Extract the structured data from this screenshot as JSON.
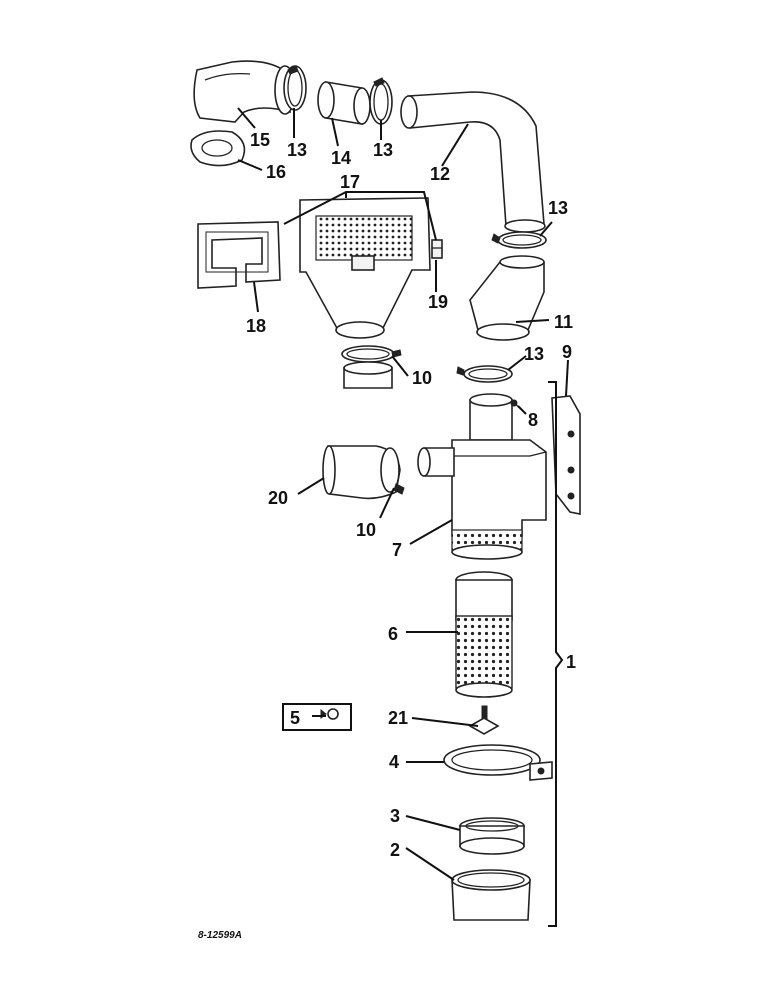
{
  "figure": {
    "drawing_code": "8-12599A",
    "callouts": {
      "c1": "1",
      "c2": "2",
      "c3": "3",
      "c4": "4",
      "c5": "5",
      "c6": "6",
      "c7": "7",
      "c8": "8",
      "c9": "9",
      "c10a": "10",
      "c10b": "10",
      "c11": "11",
      "c12": "12",
      "c13a": "13",
      "c13b": "13",
      "c13c": "13",
      "c13d": "13",
      "c14": "14",
      "c15": "15",
      "c16": "16",
      "c17": "17",
      "c18": "18",
      "c19": "19",
      "c20": "20",
      "c21": "21"
    }
  }
}
